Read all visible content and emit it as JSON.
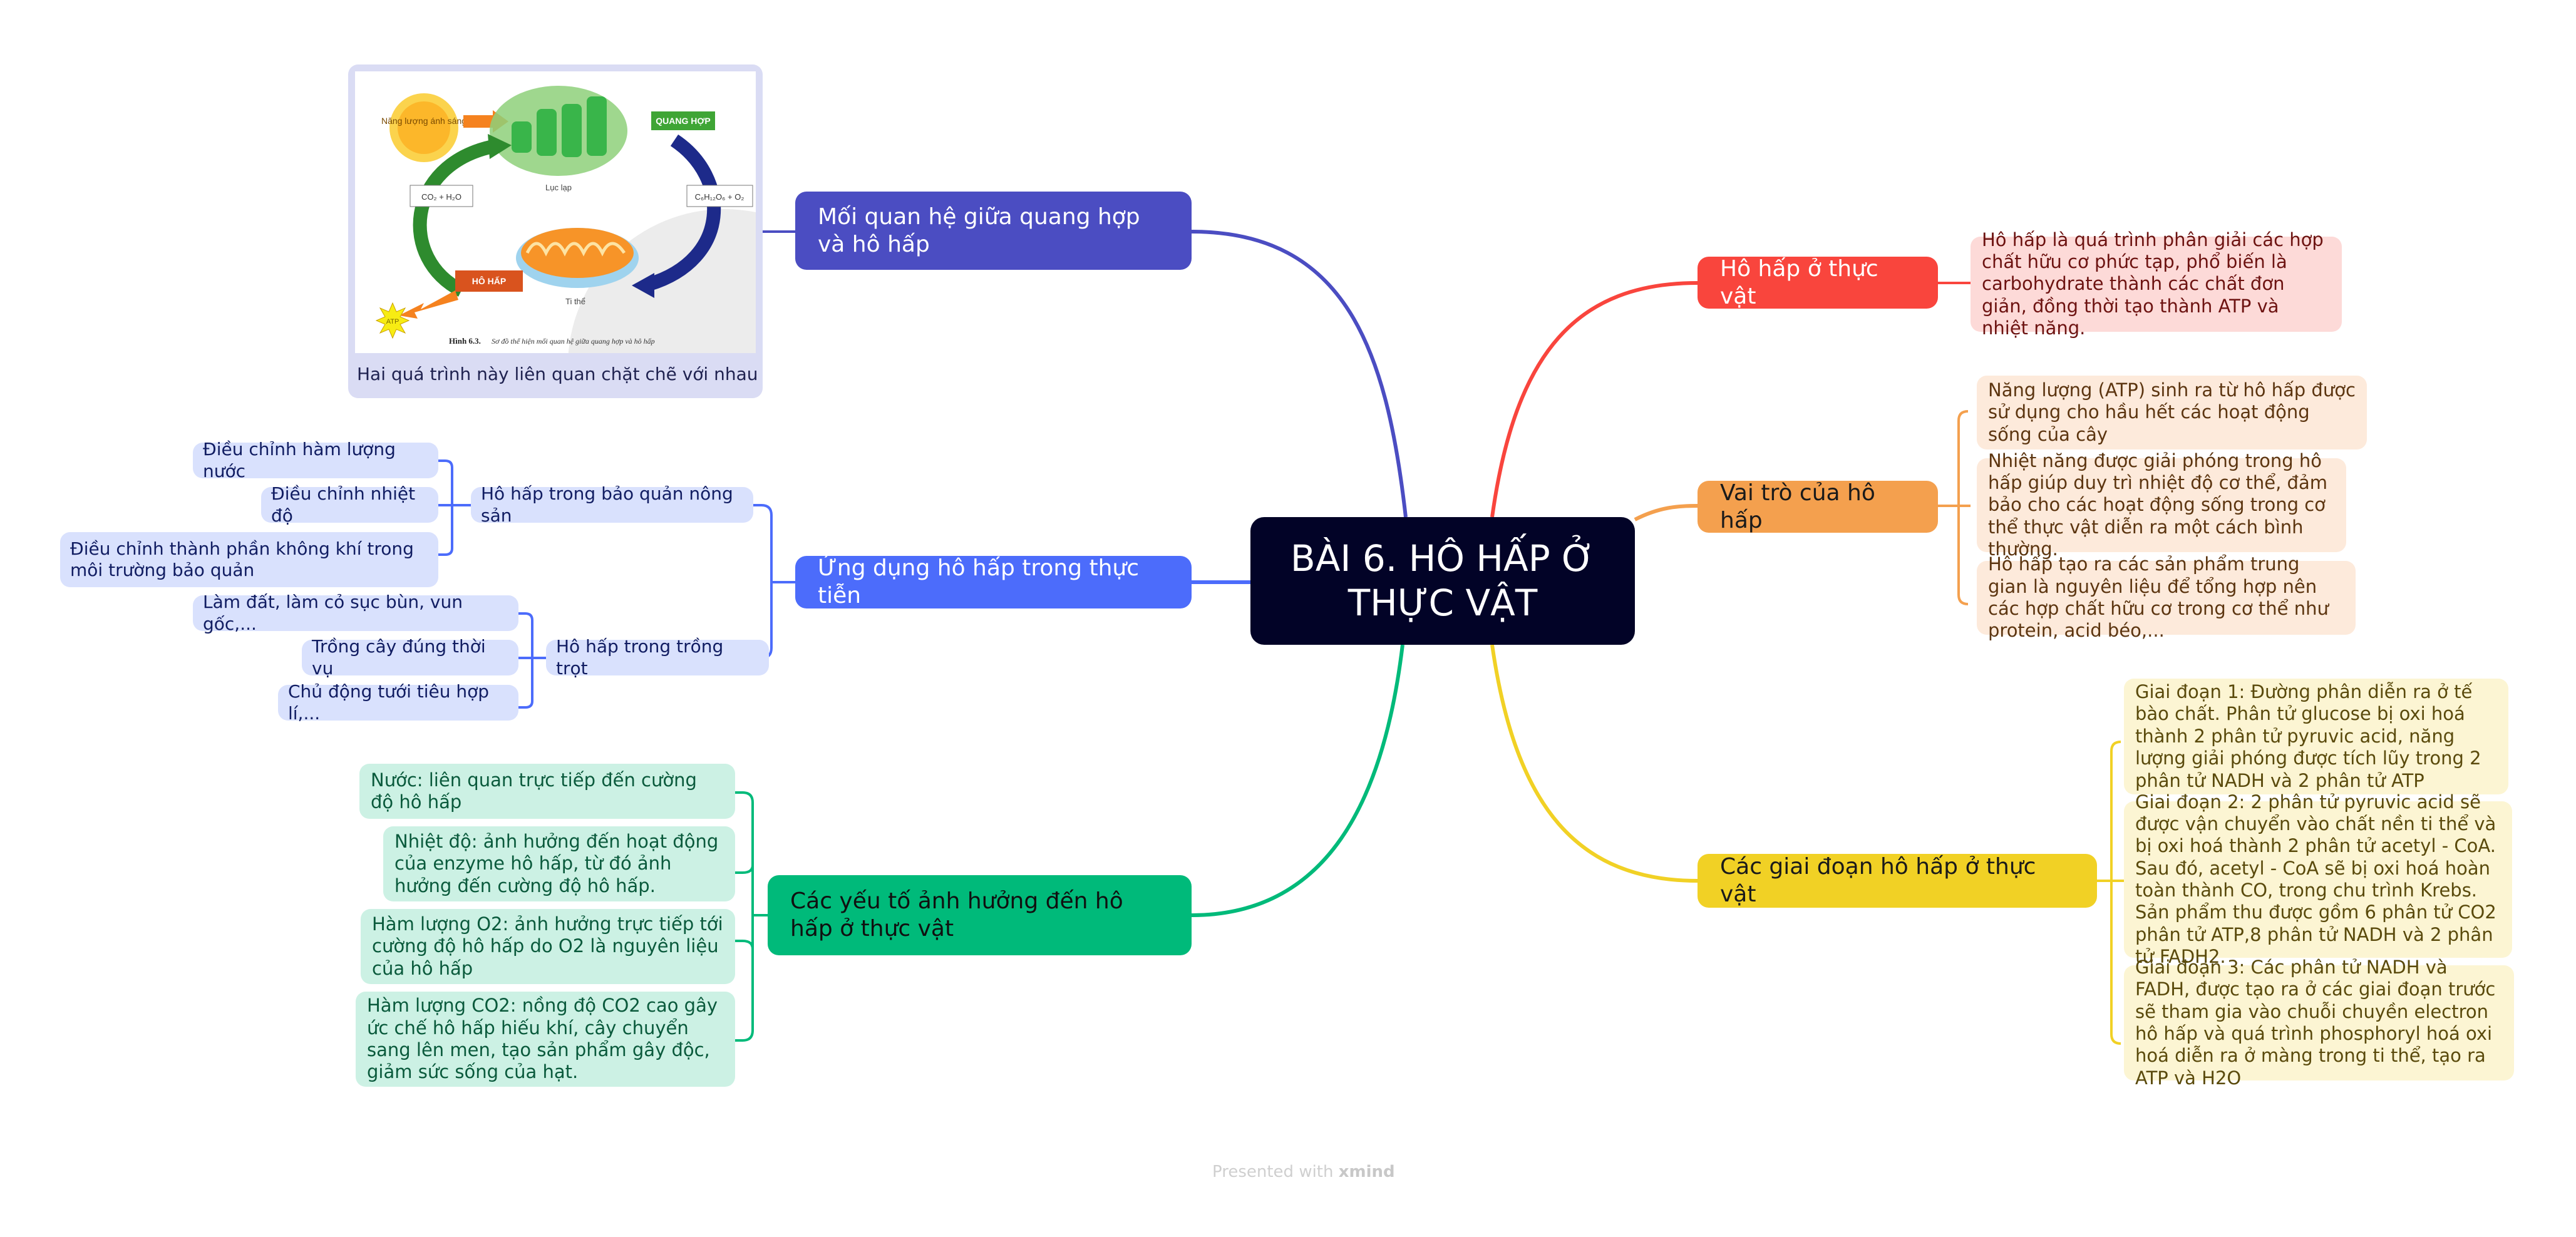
{
  "central_topic": "BÀI 6. HÔ HẤP Ở THỰC VẬT",
  "colors": {
    "central": "#020327",
    "red": "#f9453d",
    "orange": "#f4a04e",
    "yellow": "#f1d125",
    "indigo": "#4b4dc2",
    "blue": "#4c6cfb",
    "green": "#00ba7a"
  },
  "right_branches": [
    {
      "label": "Hô hấp ở thực vật",
      "children": [
        "Hô hấp là quá trình phân giải các hợp chất hữu cơ phức tạp, phổ biến là carbohydrate thành các chất đơn giản, đồng thời tạo thành ATP và nhiệt năng."
      ]
    },
    {
      "label": "Vai trò của hô hấp",
      "children": [
        "Năng lượng (ATP) sinh ra từ hô hấp được sử dụng cho hầu hết các hoạt động sống của cây",
        "Nhiệt năng được giải phóng trong hô hấp giúp duy trì nhiệt độ cơ thể, đảm bảo cho các hoạt động sống trong cơ thể thực vật diễn ra một cách bình thường.",
        "Hô hấp tạo ra các sản phẩm trung gian là nguyên liệu để tổng hợp nên các hợp chất hữu cơ trong cơ thể như protein, acid béo,..."
      ]
    },
    {
      "label": "Các giai đoạn hô hấp ở thực vật",
      "children": [
        "Giai đoạn 1: Đường phân diễn ra ở tế bào chất. Phân tử glucose bị oxi hoá thành 2 phân tử pyruvic acid, năng lượng giải phóng được tích lũy trong 2 phân tử NADH và 2 phân tử ATP",
        "Giai đoạn 2: 2 phân tử pyruvic acid sẽ được vận chuyển vào chất nền ti thể và bị oxi hoá thành 2 phân tử acetyl - CoA. Sau đó, acetyl - CoA sẽ bị oxi hoá hoàn toàn thành CO, trong chu trình Krebs. Sản phẩm thu được gồm 6 phân tử CO2 phân tử ATP,8 phân tử NADH và 2 phân tử FADH2.",
        "Giai đoạn 3: Các phân tử NADH và FADH, được tạo ra ở các giai đoạn trước sẽ tham gia vào chuỗi chuyền electron hô hấp và quá trình phosphoryl hoá oxi hoá diễn ra ở màng trong ti thể, tạo ra ATP và H2O"
      ]
    }
  ],
  "left_branches": [
    {
      "label": "Mối quan hệ giữa quang hợp và hô hấp",
      "image": {
        "caption": "Hai quá trình này liên quan chặt chẽ với nhau",
        "labels": {
          "sun": "Năng lượng ánh sáng",
          "photosynthesis": "QUANG HỢP",
          "respiration": "HÔ HẤP",
          "chloroplast": "Lục lạp",
          "mitochondrion": "Ti thể",
          "inputs": "CO₂ + H₂O",
          "outputs": "C₆H₁₂O₆ + O₂",
          "atp": "ATP",
          "figure_bold": "Hình 6.3.",
          "figure_italic": "Sơ đồ thể hiện mối quan hệ giữa quang hợp và hô hấp"
        }
      }
    },
    {
      "label": "Ứng dụng hô hấp trong thực tiễn",
      "children": [
        {
          "label": "Hô hấp trong bảo quản nông sản",
          "children": [
            "Điều chỉnh hàm lượng nước",
            "Điều chỉnh nhiệt độ",
            "Điều chỉnh thành phần không khí trong môi trường bảo quản"
          ]
        },
        {
          "label": "Hô hấp trong trồng trọt",
          "children": [
            "Làm đất, làm cỏ sục bùn, vun gốc,...",
            "Trồng cây đúng thời vụ",
            "Chủ động tưới tiêu hợp lí,..."
          ]
        }
      ]
    },
    {
      "label": "Các yếu tố ảnh hưởng đến hô hấp ở thực vật",
      "children": [
        "Nước: liên quan trực tiếp đến cường độ hô hấp",
        "Nhiệt độ: ảnh hưởng đến hoạt động của enzyme hô hấp, từ đó ảnh hưởng đến cường độ hô hấp.",
        "Hàm lượng O2: ảnh hưởng trực tiếp tới cường độ hô hấp do O2 là nguyên liệu của hô hấp",
        "Hàm lượng CO2: nồng độ CO2 cao gây ức chế hô hấp hiếu khí, cây chuyển sang lên men, tạo sản phẩm gây độc, giảm sức sống của hạt."
      ]
    }
  ],
  "footer": {
    "prefix": "Presented with",
    "brand": "xmind"
  }
}
